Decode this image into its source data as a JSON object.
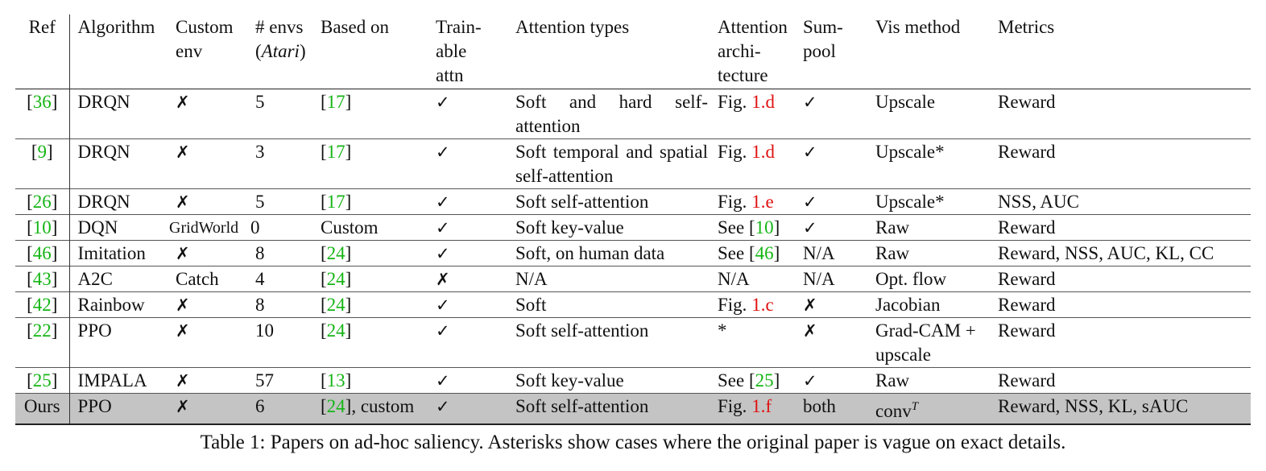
{
  "table": {
    "headers": [
      "Ref",
      "Algorithm",
      "Custom\nenv",
      "# envs\n(Atari)",
      "Based on",
      "Train-\nable\nattn",
      "Attention types",
      "Attention\narchi-\ntecture",
      "Sum-\npool",
      "Vis method",
      "Metrics"
    ],
    "rows": [
      {
        "ref": "36",
        "algorithm": "DRQN",
        "custom_env": "✗",
        "n_envs": "5",
        "based_on_ref": "17",
        "based_on_extra": "",
        "trainable": "✓",
        "attention_types": "Soft and hard self-attention",
        "arch_prefix": "Fig.",
        "arch_ref": "1.d",
        "arch_ref_color": "red",
        "sumpool": "✓",
        "vis_method": "Upscale",
        "metrics": "Reward"
      },
      {
        "ref": "9",
        "algorithm": "DRQN",
        "custom_env": "✗",
        "n_envs": "3",
        "based_on_ref": "17",
        "based_on_extra": "",
        "trainable": "✓",
        "attention_types": "Soft temporal and spatial self-attention",
        "arch_prefix": "Fig.",
        "arch_ref": "1.d",
        "arch_ref_color": "red",
        "sumpool": "✓",
        "vis_method": "Upscale*",
        "metrics": "Reward"
      },
      {
        "ref": "26",
        "algorithm": "DRQN",
        "custom_env": "✗",
        "n_envs": "5",
        "based_on_ref": "17",
        "based_on_extra": "",
        "trainable": "✓",
        "attention_types": "Soft self-attention",
        "arch_prefix": "Fig.",
        "arch_ref": "1.e",
        "arch_ref_color": "red",
        "sumpool": "✓",
        "vis_method": "Upscale*",
        "metrics": "NSS, AUC"
      },
      {
        "ref": "10",
        "algorithm": "DQN",
        "custom_env": "GridWorld",
        "n_envs": "0",
        "based_on_ref": "",
        "based_on_extra": "Custom",
        "trainable": "✓",
        "attention_types": "Soft key-value",
        "arch_prefix": "See [",
        "arch_ref": "10",
        "arch_ref_color": "green",
        "arch_suffix": "]",
        "sumpool": "✓",
        "vis_method": "Raw",
        "metrics": "Reward"
      },
      {
        "ref": "46",
        "algorithm": "Imitation",
        "custom_env": "✗",
        "n_envs": "8",
        "based_on_ref": "24",
        "based_on_extra": "",
        "trainable": "✓",
        "attention_types": "Soft, on human data",
        "arch_prefix": "See [",
        "arch_ref": "46",
        "arch_ref_color": "green",
        "arch_suffix": "]",
        "sumpool": "N/A",
        "vis_method": "Raw",
        "metrics": "Reward, NSS, AUC, KL, CC"
      },
      {
        "ref": "43",
        "algorithm": "A2C",
        "custom_env": "Catch",
        "n_envs": "4",
        "based_on_ref": "24",
        "based_on_extra": "",
        "trainable": "✗",
        "attention_types": "N/A",
        "arch_prefix": "N/A",
        "arch_ref": "",
        "arch_ref_color": "",
        "sumpool": "N/A",
        "vis_method": "Opt. flow",
        "metrics": "Reward"
      },
      {
        "ref": "42",
        "algorithm": "Rainbow",
        "custom_env": "✗",
        "n_envs": "8",
        "based_on_ref": "24",
        "based_on_extra": "",
        "trainable": "✓",
        "attention_types": "Soft",
        "arch_prefix": "Fig.",
        "arch_ref": "1.c",
        "arch_ref_color": "red",
        "sumpool": "✗",
        "vis_method": "Jacobian",
        "metrics": "Reward"
      },
      {
        "ref": "22",
        "algorithm": "PPO",
        "custom_env": "✗",
        "n_envs": "10",
        "based_on_ref": "24",
        "based_on_extra": "",
        "trainable": "✓",
        "attention_types": "Soft self-attention",
        "arch_prefix": "*",
        "arch_ref": "",
        "arch_ref_color": "",
        "sumpool": "✗",
        "vis_method": "Grad-CAM + upscale",
        "metrics": "Reward"
      },
      {
        "ref": "25",
        "algorithm": "IMPALA",
        "custom_env": "✗",
        "n_envs": "57",
        "based_on_ref": "13",
        "based_on_extra": "",
        "trainable": "✓",
        "attention_types": "Soft key-value",
        "arch_prefix": "See [",
        "arch_ref": "25",
        "arch_ref_color": "green",
        "arch_suffix": "]",
        "sumpool": "✓",
        "vis_method": "Raw",
        "metrics": "Reward"
      }
    ],
    "ours": {
      "ref": "Ours",
      "algorithm": "PPO",
      "custom_env": "✗",
      "n_envs": "6",
      "based_on_ref": "24",
      "based_on_extra": ", custom",
      "trainable": "✓",
      "attention_types": "Soft self-attention",
      "arch_prefix": "Fig.",
      "arch_ref": "1.f",
      "sumpool": "both",
      "vis_method_base": "conv",
      "vis_method_sup": "T",
      "metrics": "Reward, NSS, KL, sAUC"
    }
  },
  "caption": "Table 1: Papers on ad-hoc saliency. Asterisks show cases where the original paper is vague on exact details.",
  "colors": {
    "cite_green": "#15b515",
    "cite_red": "#e01010",
    "highlight_row": "#c4c4c4"
  }
}
